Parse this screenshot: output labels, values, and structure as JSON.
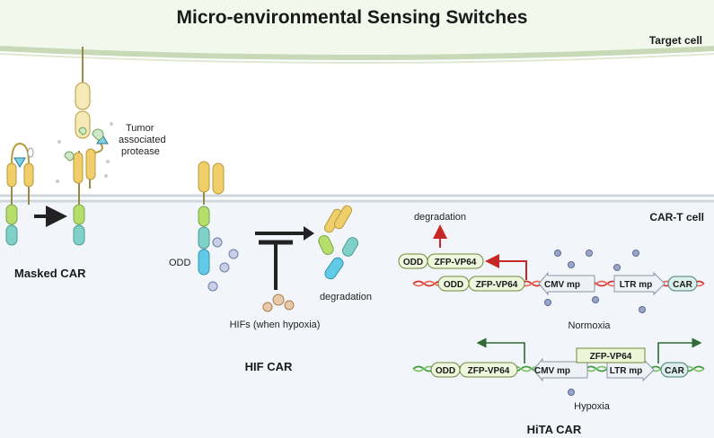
{
  "title": "Micro-environmental Sensing Switches",
  "target_cell_label": "Target cell",
  "cart_cell_label": "CAR-T cell",
  "masked_car": {
    "label": "Masked CAR",
    "protease_label_lines": [
      "Tumor",
      "associated",
      "protease"
    ]
  },
  "hif_car": {
    "label": "HIF CAR",
    "odd_label": "ODD",
    "hifs_label": "HIFs (when hypoxia)",
    "degradation_label": "degradation"
  },
  "normoxia": {
    "degradation_label": "degradation",
    "fusion_odd": "ODD",
    "fusion_zfp": "ZFP-VP64",
    "dna_odd": "ODD",
    "dna_zfp": "ZFP-VP64",
    "cmv": "CMV mp",
    "ltr": "LTR mp",
    "car": "CAR",
    "condition_label": "Normoxia"
  },
  "hypoxia": {
    "dna_odd": "ODD",
    "dna_zfp": "ZFP-VP64",
    "cmv": "CMV mp",
    "ltr": "LTR mp",
    "bound_zfp": "ZFP-VP64",
    "car": "CAR",
    "condition_label": "Hypoxia",
    "section_label": "HiTA CAR"
  },
  "colors": {
    "target_cell_fill": "#f3f8ec",
    "membrane": "#c7d9b6",
    "cart_cell_fill": "#f2f5f9",
    "cart_membrane": "#cfd8df",
    "yellow_domain": "#f0cf6a",
    "green_domain": "#b5df6a",
    "teal_domain": "#7fd1c7",
    "cyan_domain": "#62c9e6",
    "odd_pill": "#eef7dd",
    "pill_stroke": "#6e8a3a",
    "dna_red": "#d6332a",
    "dna_green": "#3f9a3a",
    "arrow_red": "#c62828",
    "arrow_dark": "#222222"
  }
}
